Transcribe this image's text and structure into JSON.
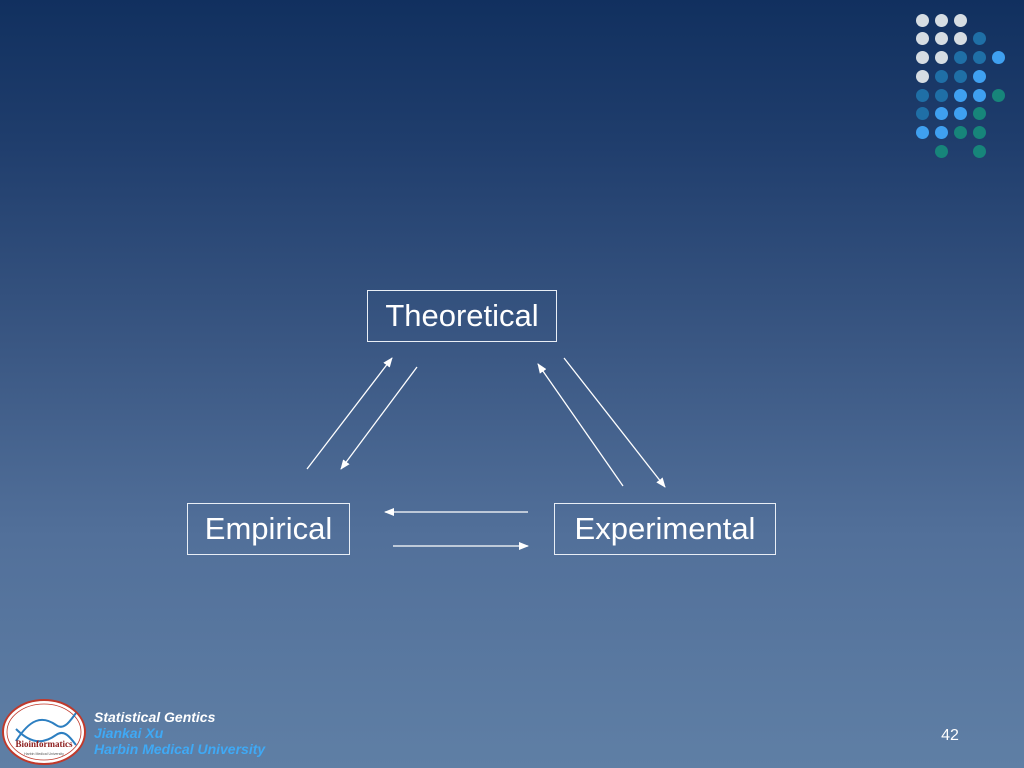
{
  "diagram": {
    "theoretical": "Theoretical",
    "empirical": "Empirical",
    "experimental": "Experimental"
  },
  "footer": {
    "course": "Statistical Gentics",
    "author": "Jiankai Xu",
    "institution": "Harbin Medical University"
  },
  "logo": {
    "text": "Bioinformatics",
    "subtext": "Harbin Medical University"
  },
  "page_number": "42",
  "colors": {
    "dot_light": "#d6dde3",
    "dot_blue": "#1f6fa6",
    "dot_bright": "#3fa0f0",
    "dot_teal": "#17857a",
    "box_border": "#e8eef6"
  }
}
